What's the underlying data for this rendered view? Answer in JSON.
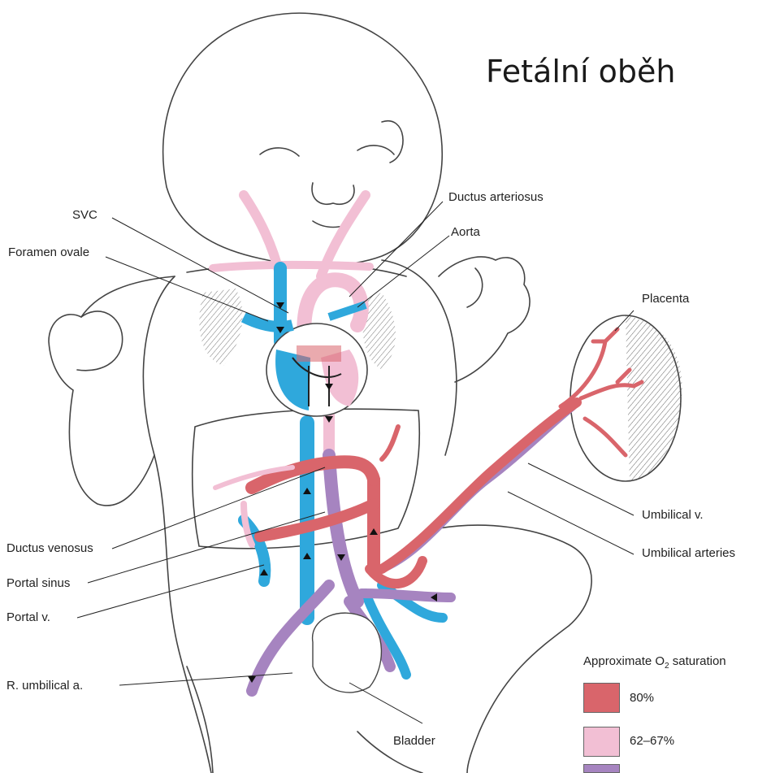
{
  "title": "Fetální oběh",
  "labels": {
    "svc": "SVC",
    "foramen_ovale": "Foramen ovale",
    "ductus_arteriosus": "Ductus arteriosus",
    "aorta": "Aorta",
    "placenta": "Placenta",
    "ductus_venosus": "Ductus venosus",
    "portal_sinus": "Portal sinus",
    "portal_v": "Portal v.",
    "umbilical_v": "Umbilical v.",
    "umbilical_arteries": "Umbilical arteries",
    "r_umbilical_a": "R. umbilical a.",
    "bladder": "Bladder"
  },
  "legend": {
    "title_prefix": "Approximate O",
    "title_sub": "2",
    "title_suffix": " saturation",
    "items": [
      {
        "label": "80%",
        "color": "#d9656b"
      },
      {
        "label": "62–67%",
        "color": "#f2bfd4"
      },
      {
        "label": "",
        "color": "#a684c0"
      }
    ]
  },
  "colors": {
    "oxygenated": "#d9656b",
    "mixed": "#f2bfd4",
    "deoxygenated": "#a684c0",
    "venous": "#2fa8dc",
    "outline": "#444444"
  }
}
